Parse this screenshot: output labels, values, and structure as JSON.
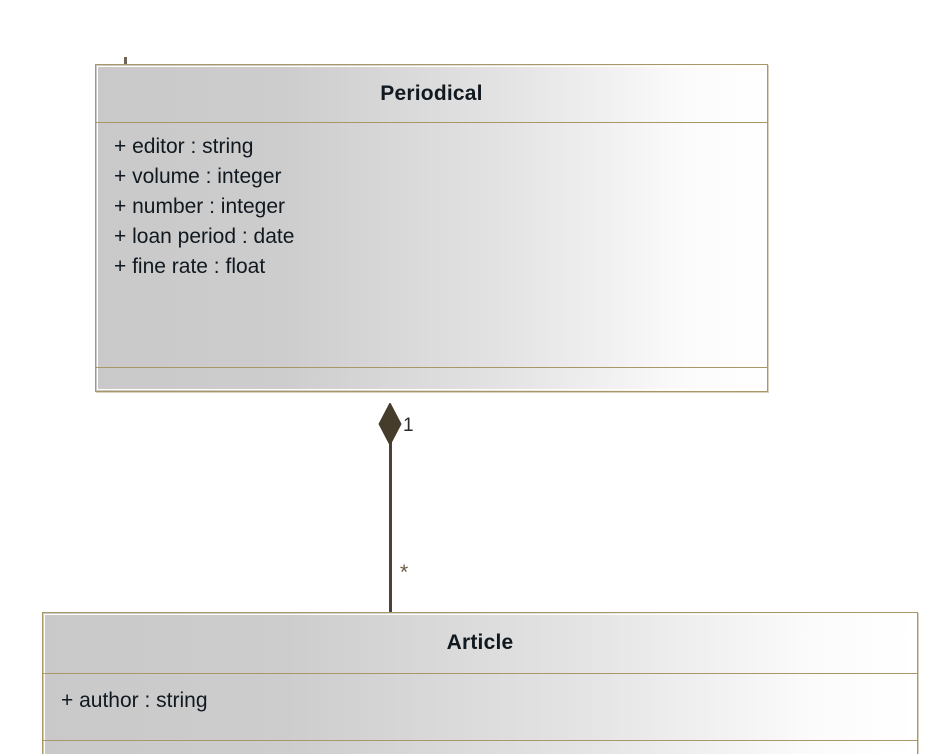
{
  "diagram": {
    "type": "uml-class-diagram",
    "background_color": "#ffffff",
    "border_color": "#a89868",
    "text_color": "#101820",
    "line_color": "#4a4236"
  },
  "classes": [
    {
      "name": "Periodical",
      "attributes": [
        "+ editor : string",
        "+ volume : integer",
        "+ number : integer",
        "+ loan period : date",
        "+ fine rate : float"
      ],
      "operations": []
    },
    {
      "name": "Article",
      "attributes": [
        "+ author : string"
      ],
      "operations": []
    }
  ],
  "association": {
    "kind": "composition",
    "source": "Periodical",
    "target": "Article",
    "source_multiplicity": "1",
    "target_multiplicity": "*"
  }
}
